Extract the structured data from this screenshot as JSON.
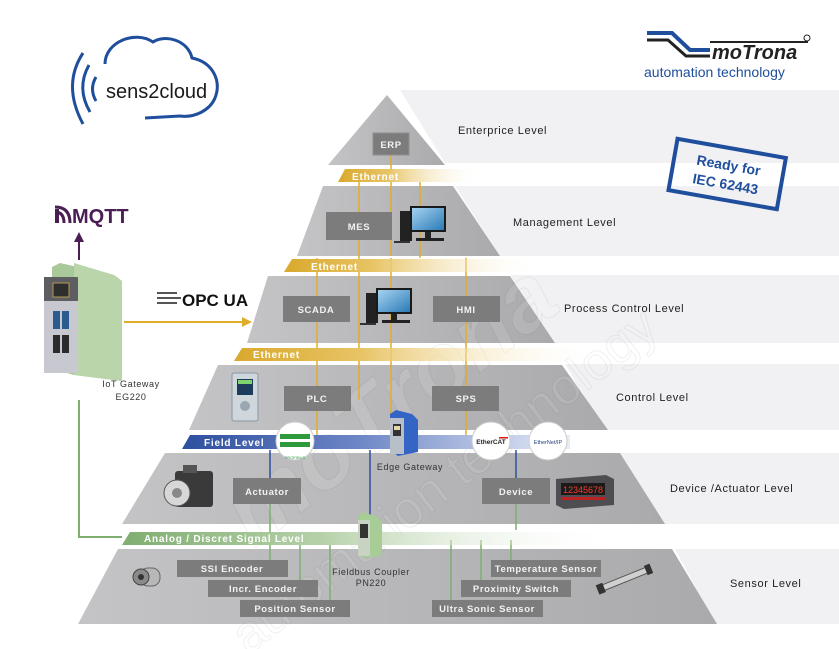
{
  "branding": {
    "cloud_logo_text": "sens2cloud",
    "company_name": "moTrona",
    "company_tagline": "automation technology",
    "stamp_line1": "Ready for",
    "stamp_line2": "IEC 62443",
    "watermark_line1": "moTrona",
    "watermark_line2": "automation technology"
  },
  "protocols": {
    "mqtt": "MQTT",
    "opc_ua": "OPC UA",
    "fieldbus_1": "PROFIBUS",
    "ethercat": "EtherCAT",
    "ethernet_ip": "EtherNet/IP"
  },
  "gateway": {
    "label_line1": "IoT Gateway",
    "label_line2": "EG220"
  },
  "levels": [
    {
      "name": "Enterprice Level"
    },
    {
      "name": "Management Level"
    },
    {
      "name": "Process Control Level"
    },
    {
      "name": "Control Level"
    },
    {
      "name": "Device /Actuator Level"
    },
    {
      "name": "Sensor Level"
    }
  ],
  "buses": {
    "ethernet_1": "Ethernet",
    "ethernet_2": "Ethernet",
    "ethernet_3": "Ethernet",
    "field": "Field Level",
    "signal": "Analog / Discret Signal Level"
  },
  "boxes": {
    "erp": "ERP",
    "mes": "MES",
    "scada": "SCADA",
    "hmi": "HMI",
    "plc": "PLC",
    "sps": "SPS",
    "actuator": "Actuator",
    "device": "Device",
    "ssi_encoder": "SSI Encoder",
    "incr_encoder": "Incr. Encoder",
    "position_sensor": "Position Sensor",
    "temperature_sensor": "Temperature Sensor",
    "proximity_switch": "Proximity Switch",
    "ultra_sonic_sensor": "Ultra Sonic Sensor"
  },
  "captions": {
    "edge_gateway": "Edge Gateway",
    "fieldbus_line1": "Fieldbus Coupler",
    "fieldbus_line2": "PN220"
  },
  "display_readout": "12345678",
  "colors": {
    "brand_blue": "#1f4e9c",
    "mqtt_purple": "#4b1d55",
    "ethernet_gold": "#e2b53c",
    "field_blue": "#3a5ca8",
    "signal_green": "#8db77c",
    "pyramid_gray": "#b4b4b6",
    "box_gray": "#7a7a7a",
    "level_band": "#f1f1f3"
  }
}
